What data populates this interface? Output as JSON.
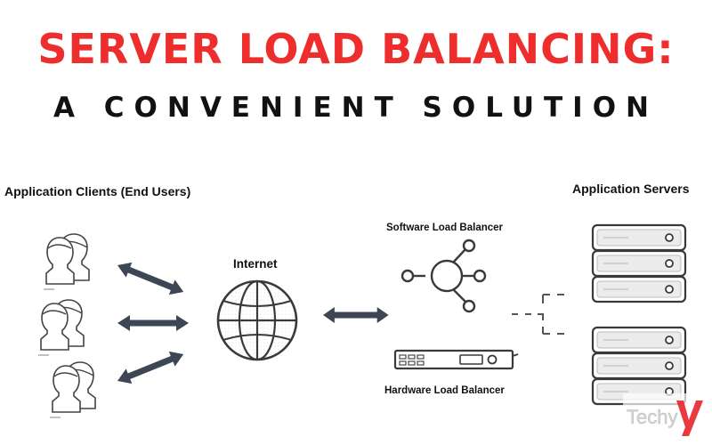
{
  "title": {
    "line1": "SERVER LOAD BALANCING:",
    "line2": "A CONVENIENT SOLUTION"
  },
  "labels": {
    "clients": "Application Clients (End Users)",
    "servers": "Application Servers",
    "internet": "Internet",
    "software_lb": "Software Load Balancer",
    "hardware_lb": "Hardware Load Balancer"
  },
  "watermark": {
    "text": "Techy"
  },
  "colors": {
    "title_red": "#ee2d2d",
    "arrow": "#3d4654",
    "stroke": "#3a3a3a",
    "server_fill": "#ececec",
    "logo_red": "#e8232a"
  },
  "icons": [
    "user-group-icon",
    "globe-icon",
    "hub-icon",
    "rack-device-icon",
    "server-stack-icon",
    "double-arrow-icon"
  ]
}
